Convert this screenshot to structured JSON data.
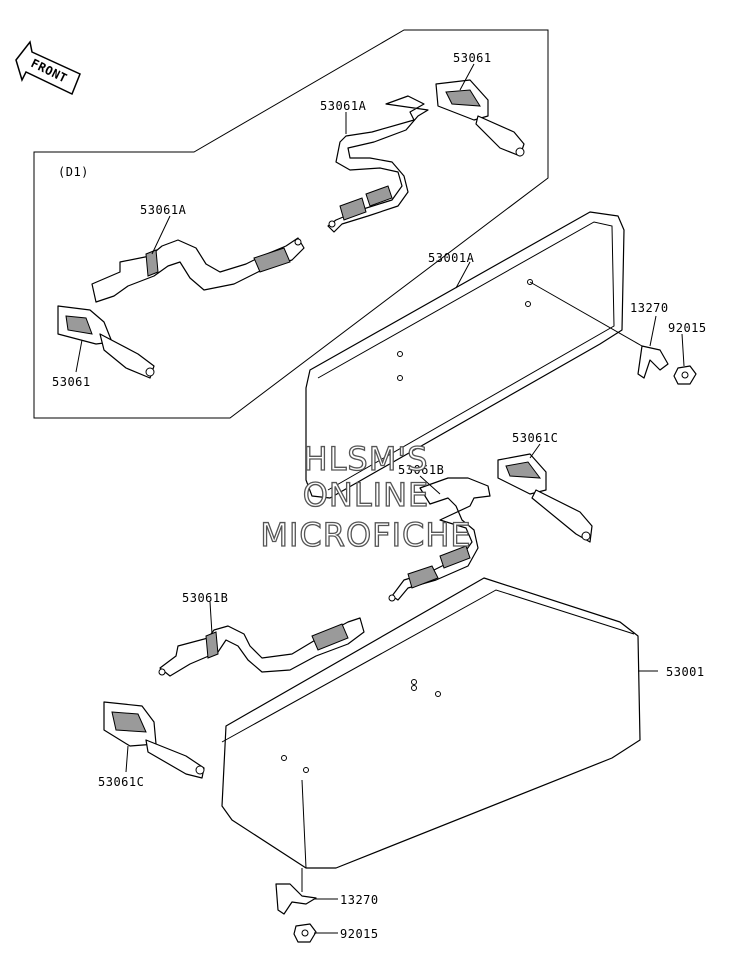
{
  "front_label": "FRONT",
  "group_label": "(D1)",
  "part_labels": {
    "p53061_top": "53061",
    "p53061A_top": "53061A",
    "p53061A_left": "53061A",
    "p53061_left": "53061",
    "p53001A": "53001A",
    "p13270_top": "13270",
    "p92015_top": "92015",
    "p53061C_right": "53061C",
    "p53061B_center": "53061B",
    "p53061B_left": "53061B",
    "p53001": "53001",
    "p53061C_left": "53061C",
    "p13270_bottom": "13270",
    "p92015_bottom": "92015"
  },
  "watermark": {
    "line1": "HLSM'S",
    "line2": "ONLINE",
    "line3": "MICROFICHE"
  }
}
